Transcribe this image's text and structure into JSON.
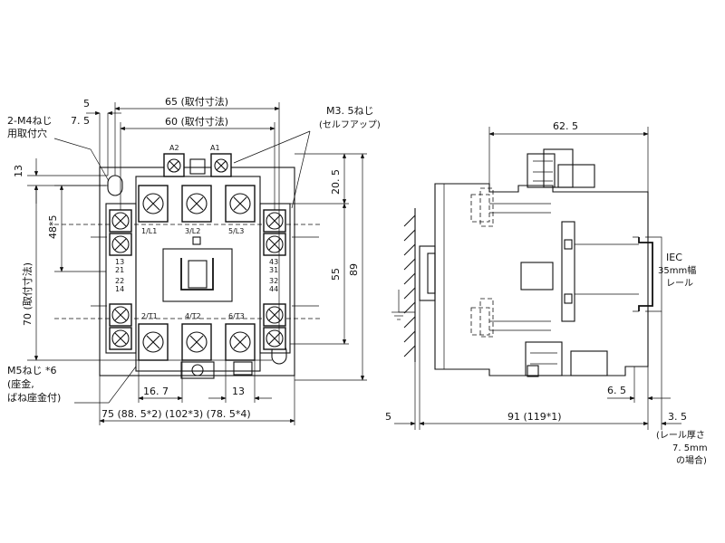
{
  "front": {
    "dims": {
      "d5_top": "5",
      "d65": "65 (取付寸法)",
      "d60": "60 (取付寸法)",
      "d7_5": "7. 5",
      "d13_left": "13",
      "d48": "48*5",
      "d70": "70 (取付寸法)",
      "d20_5": "20. 5",
      "d55": "55",
      "d89": "89",
      "d16_7": "16. 7",
      "d13_bottom": "13",
      "d75": "75 (88. 5*2) (102*3) (78. 5*4)"
    },
    "notes": {
      "m4_line1": "2-M4ねじ",
      "m4_line2": "用取付穴",
      "m3_line1": "M3. 5ねじ",
      "m3_line2": "(セルフアップ)",
      "m5_line1": "M5ねじ *6",
      "m5_line2": "(座金,",
      "m5_line3": "ばね座金付)"
    },
    "terminals": {
      "a2": "A2",
      "a1": "A1",
      "l1": "1/L1",
      "l2": "3/L2",
      "l3": "5/L3",
      "t1": "2/T1",
      "t2": "4/T2",
      "t3": "6/T3",
      "aux_left": [
        "13",
        "21",
        "22",
        "14"
      ],
      "aux_right": [
        "43",
        "31",
        "32",
        "44"
      ]
    }
  },
  "side": {
    "dims": {
      "d62_5": "62. 5",
      "d6_5": "6. 5",
      "d5": "5",
      "d91": "91 (119*1)",
      "d3_5": "3. 5"
    },
    "notes": {
      "rail_line1": "IEC",
      "rail_line2": "35mm幅",
      "rail_line3": "レール",
      "rail_th_line1": "(レール厚さ",
      "rail_th_line2": "7. 5mm",
      "rail_th_line3": "の場合)"
    }
  }
}
